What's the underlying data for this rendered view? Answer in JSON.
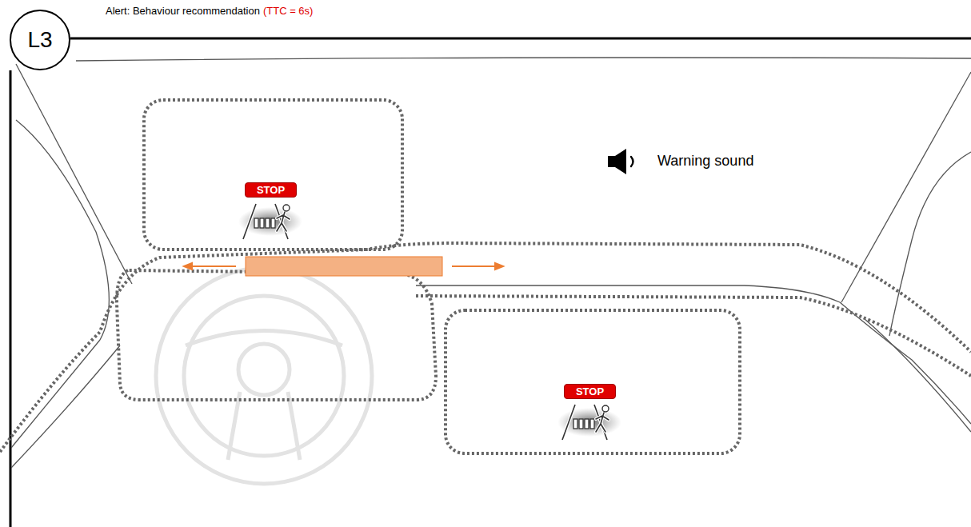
{
  "diagram": {
    "title": "Alert: Behaviour recommendation",
    "nodes": [
      {
        "text": [
          "L3"
        ]
      },
      {
        "text": [
          "STOP"
        ]
      },
      {
        "text": [
          "STOP"
        ]
      }
    ],
    "labels": [
      "(TTC = 6s)",
      "Warning sound"
    ]
  }
}
